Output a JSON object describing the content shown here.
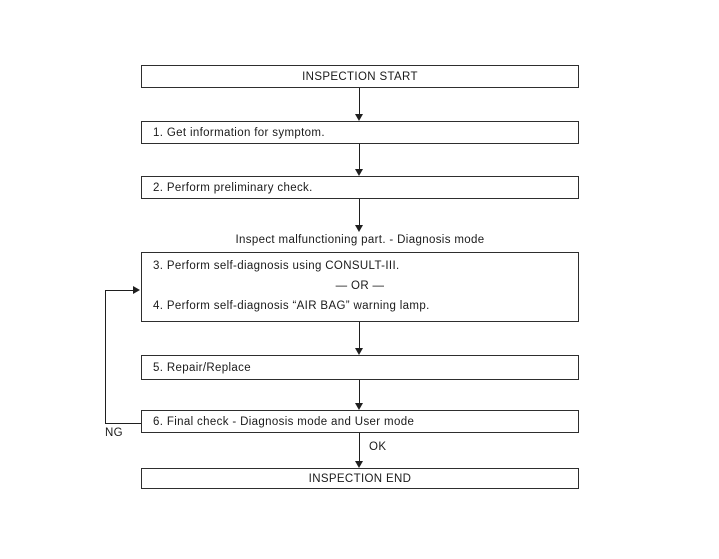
{
  "diagram": {
    "type": "flowchart",
    "nodes": {
      "inspection_start": "INSPECTION START",
      "step1": "1. Get information for symptom.",
      "step2": "2. Perform preliminary check.",
      "note": "Inspect malfunctioning part. - Diagnosis mode",
      "step3": "3. Perform self-diagnosis using CONSULT-III.",
      "or_separator": "— OR —",
      "step4": "4. Perform self-diagnosis “AIR BAG” warning lamp.",
      "step5": "5. Repair/Replace",
      "step6": "6. Final check - Diagnosis mode and User mode",
      "inspection_end": "INSPECTION END"
    },
    "edge_labels": {
      "ok": "OK",
      "ng": "NG"
    },
    "colors": {
      "line": "#1f1f1f",
      "border": "#2e2e2e",
      "text": "#1a1a1a",
      "bg": "#ffffff"
    }
  }
}
